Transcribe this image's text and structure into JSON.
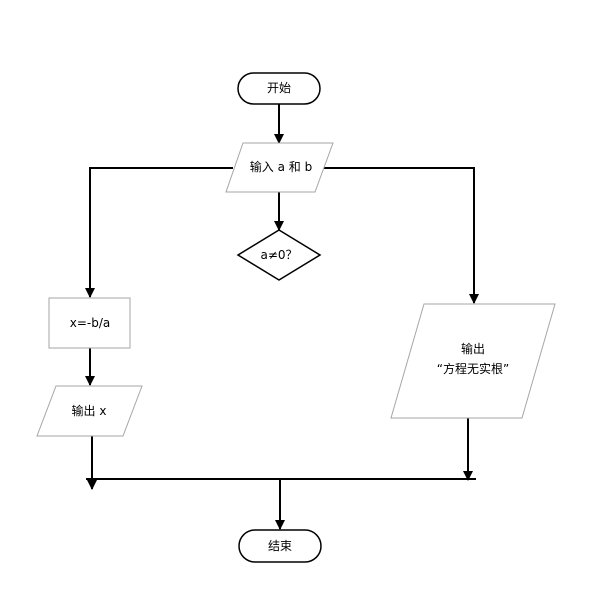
{
  "nodes": {
    "start": "开始",
    "input": "输入 a 和 b",
    "decision": "a≠0？",
    "compute": "x=-b/a",
    "output_x": "输出 x",
    "output_none_line1": "输出",
    "output_none_line2": "“方程无实根”",
    "end": "结束"
  },
  "colors": {
    "node_stroke": "#000000",
    "gray_stroke": "#a6a6a6",
    "line": "#000000",
    "fill": "#ffffff"
  }
}
